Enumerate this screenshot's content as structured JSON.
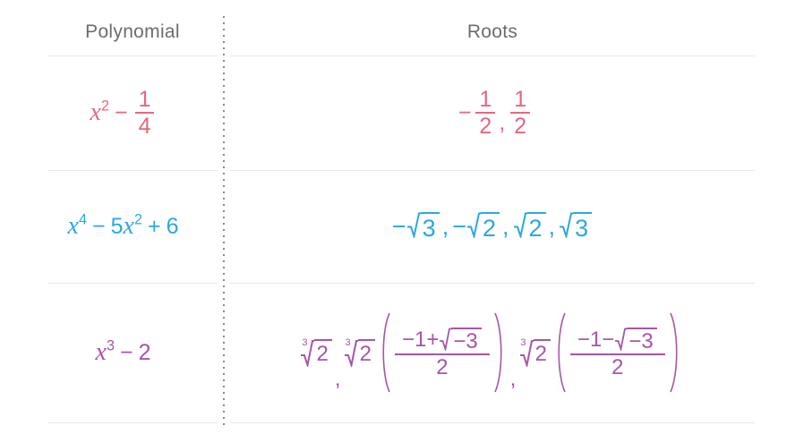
{
  "table": {
    "headers": {
      "polynomial": "Polynomial",
      "roots": "Roots"
    },
    "colors": {
      "header_text": "#6d6d6d",
      "rule": "#e7e7e7",
      "divider_dots": "#8a8a8a",
      "row1": "#e4687e",
      "row2": "#2ba8e0",
      "row3": "#a855a7",
      "background": "#ffffff"
    },
    "rows": [
      {
        "id": "row-1",
        "color": "#e4687e",
        "polynomial_text": "x² − 1/4",
        "polynomial": {
          "variable": "x",
          "exponent": "2",
          "operator": "−",
          "fraction_numerator": "1",
          "fraction_denominator": "4"
        },
        "roots_text": "−1/2 , 1/2",
        "roots": [
          {
            "sign": "−",
            "numerator": "1",
            "denominator": "2"
          },
          {
            "sign": "",
            "numerator": "1",
            "denominator": "2"
          }
        ],
        "separator": ","
      },
      {
        "id": "row-2",
        "color": "#2ba8e0",
        "polynomial_text": "x⁴ − 5x² + 6",
        "polynomial": {
          "variable": "x",
          "exponent": "4",
          "operator1": "−",
          "coefficient": "5",
          "variable2": "x",
          "exponent2": "2",
          "operator2": "+",
          "constant": "6"
        },
        "roots_text": "−√3 , −√2 , √2 , √3",
        "roots": [
          {
            "sign": "−",
            "radicand": "3"
          },
          {
            "sign": "−",
            "radicand": "2"
          },
          {
            "sign": "",
            "radicand": "2"
          },
          {
            "sign": "",
            "radicand": "3"
          }
        ],
        "separator": ","
      },
      {
        "id": "row-3",
        "color": "#a855a7",
        "polynomial_text": "x³ − 2",
        "polynomial": {
          "variable": "x",
          "exponent": "3",
          "operator": "−",
          "constant": "2"
        },
        "roots_text": "∛2 , ∛2((−1+√−3)/2) , ∛2((−1−√−3)/2)",
        "roots": [
          {
            "index": "3",
            "radicand": "2"
          },
          {
            "index": "3",
            "radicand": "2",
            "factor_numerator_lead": "−1",
            "factor_numerator_op": "+",
            "factor_numerator_radicand": "−3",
            "factor_denominator": "2"
          },
          {
            "index": "3",
            "radicand": "2",
            "factor_numerator_lead": "−1",
            "factor_numerator_op": "−",
            "factor_numerator_radicand": "−3",
            "factor_denominator": "2"
          }
        ],
        "separator": ","
      }
    ]
  }
}
